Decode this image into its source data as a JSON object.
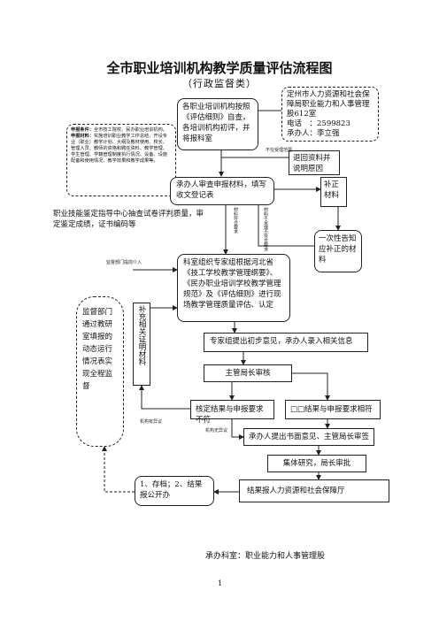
{
  "title": "全市职业培训机构教学质量评估流程图",
  "subtitle": "（行政监督类）",
  "left_note": {
    "heading1": "申报条件：",
    "body1": "全市技工院校、民办职业培训机构。",
    "heading2": "申报材料：",
    "body2": "实施培训职业教学工作总结、开设专业（职业）教学计划、大纲及教材使用、校长、管理人员、教师的资格和聘任资料、教学管理、学生管理、学籍管理制度执行情况、设备、设施配备和使用情况、教学效果和教学成果等。"
  },
  "nodes": {
    "start": "各职业培训机构按照《评估细则》自查，各培训机构初评，并将报科室",
    "dept": {
      "line1": "定州市人力资源和社会保障局职业能力和人事管理股612室",
      "phone_label": "电话　：",
      "phone": "2599823",
      "handler_label": "承办人：",
      "handler": "李立强"
    },
    "return": "退回资料并说明原因",
    "register": "承办人审查申报材料，填写收文登记表",
    "supplement_top": "补正材料",
    "notify": "一次性告知应补正的材料",
    "expert_group": "科室组织专家组根据河北省《技工学校教学管理纲要》、《民办职业培训学校教学管理规范》及《评估细则》进行现场教学管理质量评估、认定",
    "supplement_side": "补充相关证明材料",
    "supervise": "监督部门通过教研室填报的动态运行情况表实现全程监督",
    "prelim": "专家组提出初步意见，承办人录入相关信息",
    "director": "主管局长审核",
    "mismatch": "核定结果与申报要求不符",
    "match": "□□结果与申报要求相符",
    "objection_written": "承办人提出书面意见、主管局长审签",
    "collective": "集体研究，局长审批",
    "report": "结果报人力资源和社会保障厅",
    "archive": "1、存档；2、结果报公开办"
  },
  "labels": {
    "not_accepted": "不在受理范围",
    "materials_ok": "材料符合要求",
    "materials_bad": "材料不全或不符合要求",
    "supervise_in": "监督部门提前介入",
    "objection1": "机构有异议",
    "objection2": "机构无异议"
  },
  "left_text": "职业技能鉴定指导中心抽查试卷评判质量，审定鉴定成绩，证书编码等",
  "footer": "承办科室：职业能力和人事管理股",
  "page_number": "1"
}
